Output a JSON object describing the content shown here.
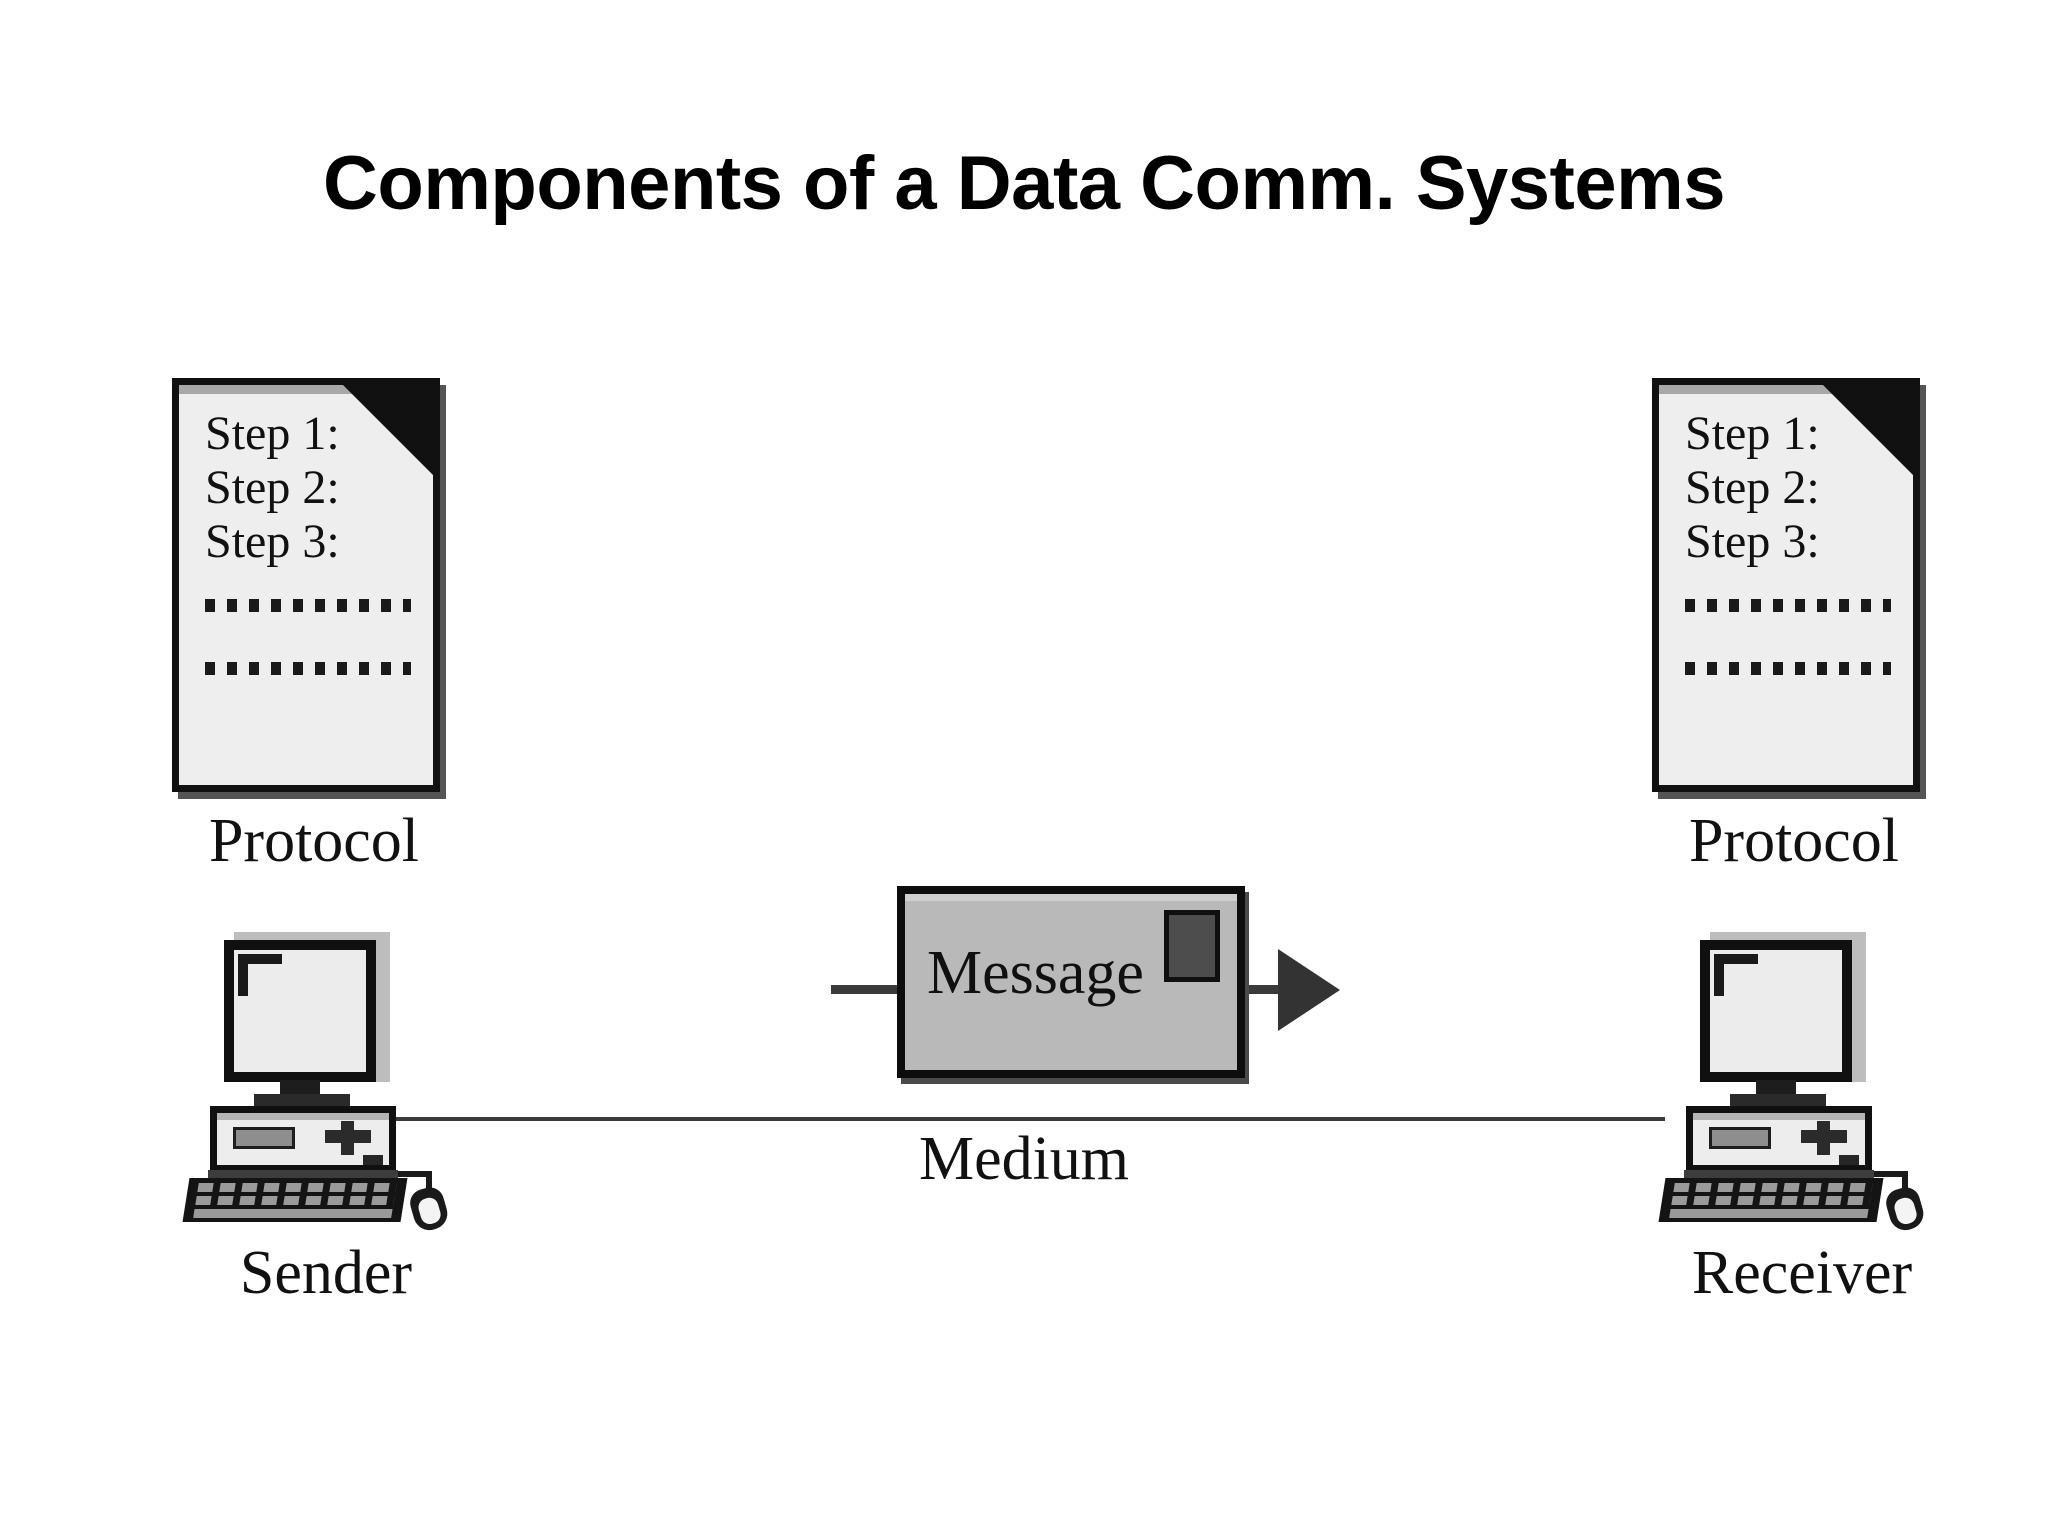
{
  "slide": {
    "title": "Components of a Data Comm. Systems",
    "background_color": "#ffffff",
    "title_color": "#000000"
  },
  "diagram": {
    "type": "data-communication-components",
    "medium": {
      "label": "Medium",
      "cable_color": "#3a3a3a"
    },
    "message": {
      "label": "Message",
      "box_fill": "#b9b9b9",
      "border_color": "#0d0d0d",
      "stamp_color": "#4d4d4d",
      "arrow_color": "#333333",
      "direction": "left-to-right"
    },
    "nodes": [
      {
        "id": "sender",
        "caption": "Sender",
        "side": "left",
        "protocol": {
          "caption": "Protocol",
          "steps": [
            "Step 1:",
            "Step 2:",
            "Step 3:"
          ],
          "dotted_rows": 2,
          "page_fill": "#eeeeee",
          "border_color": "#111111",
          "fold_color": "#111111"
        },
        "computer": {
          "icon": "desktop-computer-icon",
          "parts": [
            "monitor",
            "case",
            "floppy-drive",
            "power-button",
            "led",
            "keyboard",
            "mouse"
          ]
        }
      },
      {
        "id": "receiver",
        "caption": "Receiver",
        "side": "right",
        "protocol": {
          "caption": "Protocol",
          "steps": [
            "Step 1:",
            "Step 2:",
            "Step 3:"
          ],
          "dotted_rows": 2,
          "page_fill": "#eeeeee",
          "border_color": "#111111",
          "fold_color": "#111111"
        },
        "computer": {
          "icon": "desktop-computer-icon",
          "parts": [
            "monitor",
            "case",
            "floppy-drive",
            "power-button",
            "led",
            "keyboard",
            "mouse"
          ]
        }
      }
    ]
  }
}
